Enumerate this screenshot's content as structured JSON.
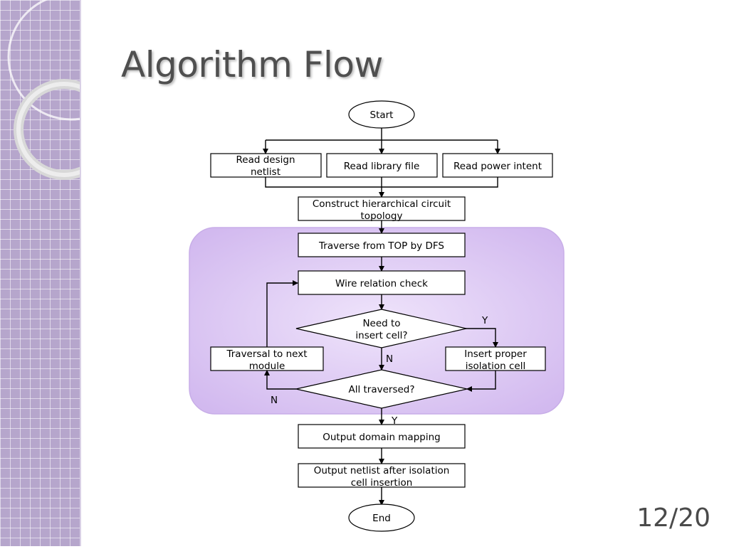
{
  "slide": {
    "title": "Algorithm Flow",
    "page_number": "12/20"
  },
  "colors": {
    "sidebar": "#b6a6cc",
    "loop_region": "#d6bff0",
    "title_text": "#4f4f4f"
  },
  "flowchart": {
    "nodes": {
      "start": {
        "shape": "ellipse",
        "lines": [
          "Start"
        ]
      },
      "read_netlist": {
        "shape": "rect",
        "lines": [
          "Read design",
          "netlist"
        ]
      },
      "read_library": {
        "shape": "rect",
        "lines": [
          "Read library file"
        ]
      },
      "read_power": {
        "shape": "rect",
        "lines": [
          "Read power intent"
        ]
      },
      "construct": {
        "shape": "rect",
        "lines": [
          "Construct hierarchical circuit",
          "topology"
        ]
      },
      "traverse": {
        "shape": "rect",
        "lines": [
          "Traverse from TOP by DFS"
        ]
      },
      "wire_check": {
        "shape": "rect",
        "lines": [
          "Wire relation check"
        ]
      },
      "need_insert": {
        "shape": "diamond",
        "lines": [
          "Need to",
          "insert cell?"
        ]
      },
      "insert_cell": {
        "shape": "rect",
        "lines": [
          "Insert proper",
          "isolation cell"
        ]
      },
      "next_module": {
        "shape": "rect",
        "lines": [
          "Traversal to next",
          "module"
        ]
      },
      "all_traversed": {
        "shape": "diamond",
        "lines": [
          "All traversed?"
        ]
      },
      "output_mapping": {
        "shape": "rect",
        "lines": [
          "Output domain mapping"
        ]
      },
      "output_netlist": {
        "shape": "rect",
        "lines": [
          "Output netlist after isolation",
          "cell insertion"
        ]
      },
      "end": {
        "shape": "ellipse",
        "lines": [
          "End"
        ]
      }
    },
    "edge_labels": {
      "need_insert_yes": "Y",
      "need_insert_no": "N",
      "all_traversed_no": "N",
      "all_traversed_yes": "Y"
    }
  }
}
